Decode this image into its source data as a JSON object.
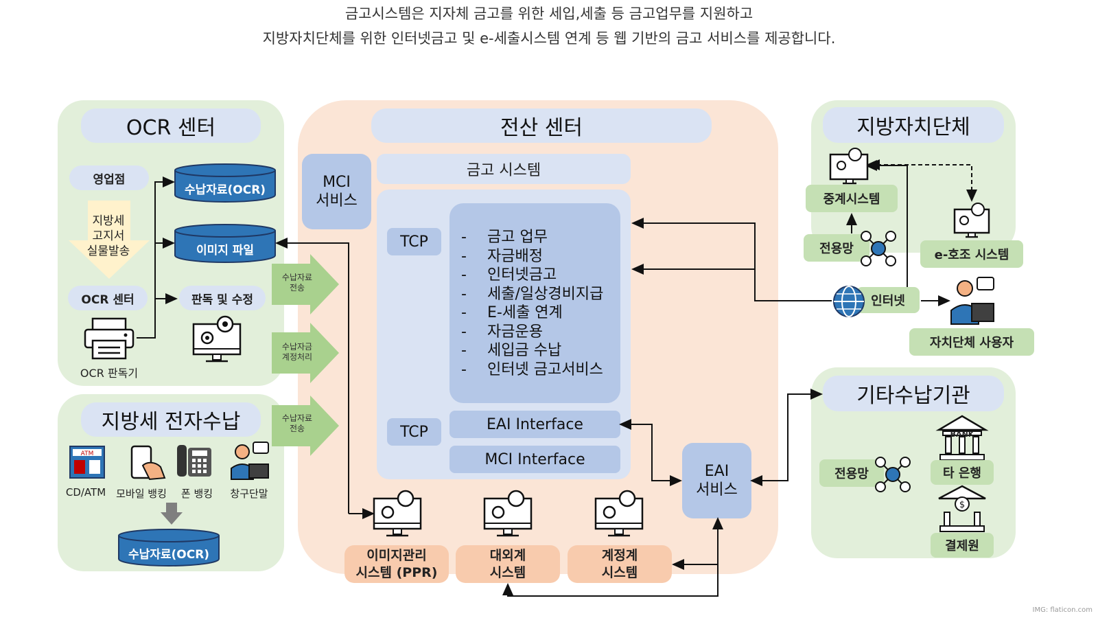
{
  "intro": {
    "line1": "금고시스템은 지자체 금고를 위한 세입,세출 등 금고업무를 지원하고",
    "line2": "지방자치단체를 위한 인터넷금고 및 e-세출시스템 연계 등 웹 기반의 금고 서비스를 제공합니다."
  },
  "ocr_center": {
    "title": "OCR 센터",
    "branch": "영업점",
    "notice": "지방세\n고지서\n실물발송",
    "ocr_center_label": "OCR 센터",
    "reader": "OCR 판독기",
    "db_payment": "수납자료(OCR)",
    "db_image": "이미지 파일",
    "read_fix": "판독 및 수정"
  },
  "e_payment": {
    "title": "지방세 전자수납",
    "channels": [
      "CD/ATM",
      "모바일 뱅킹",
      "폰 뱅킹",
      "창구단말"
    ],
    "db_payment": "수납자료(OCR)"
  },
  "flow_arrows": {
    "a1": "수납자료\n전송",
    "a2": "수납자금\n계정처리",
    "a3": "수납자료\n전송"
  },
  "data_center": {
    "title": "전산 센터",
    "mci_service": "MCI\n서비스",
    "vault_system": "금고 시스템",
    "tcp1": "TCP",
    "tcp2": "TCP",
    "functions": [
      "금고 업무",
      "자금배정",
      "인터넷금고",
      "세출/일상경비지급",
      "E-세출 연계",
      "자금운용",
      "세입금 수납",
      "인터넷 금고서비스"
    ],
    "eai_interface": "EAI Interface",
    "mci_interface": "MCI Interface",
    "eai_service": "EAI\n서비스",
    "systems": [
      "이미지관리\n시스템 (PPR)",
      "대외계\n시스템",
      "계정계\n시스템"
    ]
  },
  "local_gov": {
    "title": "지방자치단체",
    "relay": "중계시스템",
    "dedicated": "전용망",
    "ehoj": "e-호조 시스템",
    "internet": "인터넷",
    "user": "자치단체 사용자"
  },
  "other_agencies": {
    "title": "기타수납기관",
    "dedicated": "전용망",
    "bank_sign": "BANK",
    "other_bank": "타 은행",
    "settlement": "결제원"
  },
  "credit": "IMG: flaticon.com"
}
